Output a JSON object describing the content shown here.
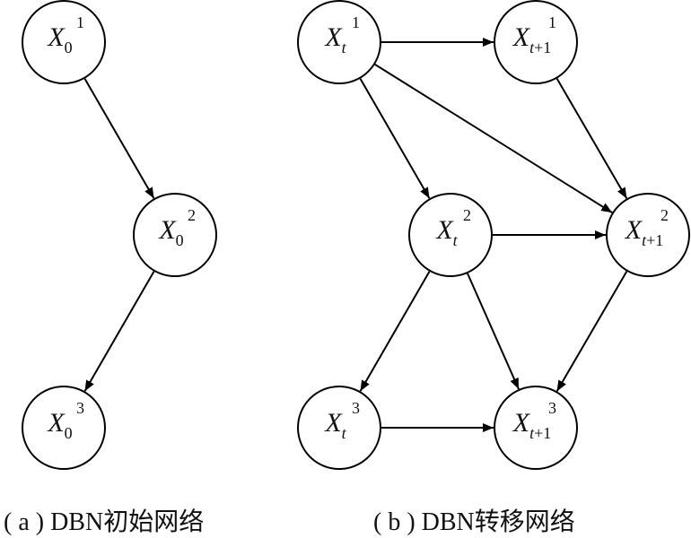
{
  "diagrams": [
    {
      "id": "a",
      "caption": "( a ) DBN初始网络",
      "nodes": [
        {
          "id": "x0_1",
          "base": "X",
          "sub": "0",
          "sup": "1"
        },
        {
          "id": "x0_2",
          "base": "X",
          "sub": "0",
          "sup": "2"
        },
        {
          "id": "x0_3",
          "base": "X",
          "sub": "0",
          "sup": "3"
        }
      ],
      "edges": [
        {
          "from": "x0_1",
          "to": "x0_2"
        },
        {
          "from": "x0_2",
          "to": "x0_3"
        }
      ]
    },
    {
      "id": "b",
      "caption": "( b ) DBN转移网络",
      "nodes": [
        {
          "id": "xt_1",
          "base": "X",
          "sub": "t",
          "sup": "1"
        },
        {
          "id": "xt1_1",
          "base": "X",
          "sub": "t+1",
          "sup": "1"
        },
        {
          "id": "xt_2",
          "base": "X",
          "sub": "t",
          "sup": "2"
        },
        {
          "id": "xt1_2",
          "base": "X",
          "sub": "t+1",
          "sup": "2"
        },
        {
          "id": "xt_3",
          "base": "X",
          "sub": "t",
          "sup": "3"
        },
        {
          "id": "xt1_3",
          "base": "X",
          "sub": "t+1",
          "sup": "3"
        }
      ],
      "edges": [
        {
          "from": "xt_1",
          "to": "xt1_1"
        },
        {
          "from": "xt_1",
          "to": "xt_2"
        },
        {
          "from": "xt_1",
          "to": "xt1_2"
        },
        {
          "from": "xt1_1",
          "to": "xt1_2"
        },
        {
          "from": "xt_2",
          "to": "xt1_2"
        },
        {
          "from": "xt_2",
          "to": "xt_3"
        },
        {
          "from": "xt_2",
          "to": "xt1_3"
        },
        {
          "from": "xt1_2",
          "to": "xt1_3"
        },
        {
          "from": "xt_3",
          "to": "xt1_3"
        }
      ]
    }
  ]
}
